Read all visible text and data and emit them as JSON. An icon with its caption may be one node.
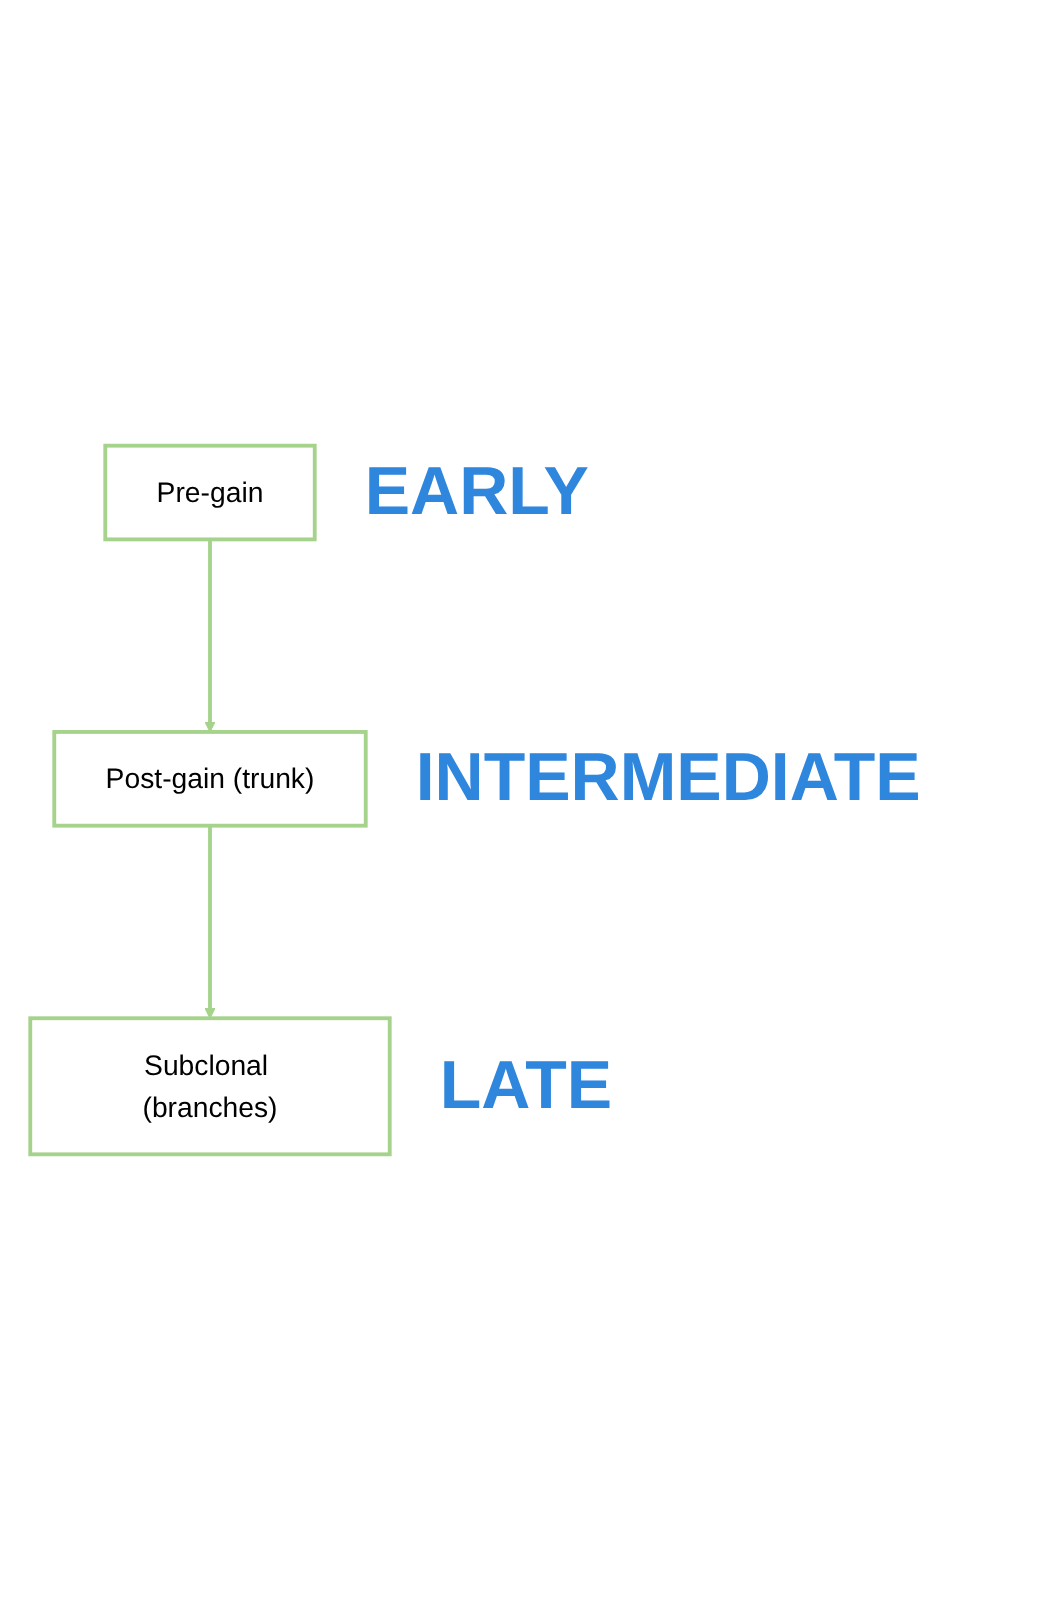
{
  "diagram": {
    "nodes": [
      {
        "text": [
          "Pre-gain"
        ],
        "beside": [
          "EARLY"
        ]
      },
      {
        "text": [
          "Post-gain (trunk)"
        ],
        "beside": [
          "INTERMEDIATE"
        ]
      },
      {
        "text": [
          "Subclonal (branches)"
        ],
        "beside": [
          "LATE"
        ]
      }
    ],
    "edges": [
      {
        "from": 0,
        "to": 1,
        "arrow": "to"
      },
      {
        "from": 1,
        "to": 2,
        "arrow": "to"
      }
    ]
  }
}
